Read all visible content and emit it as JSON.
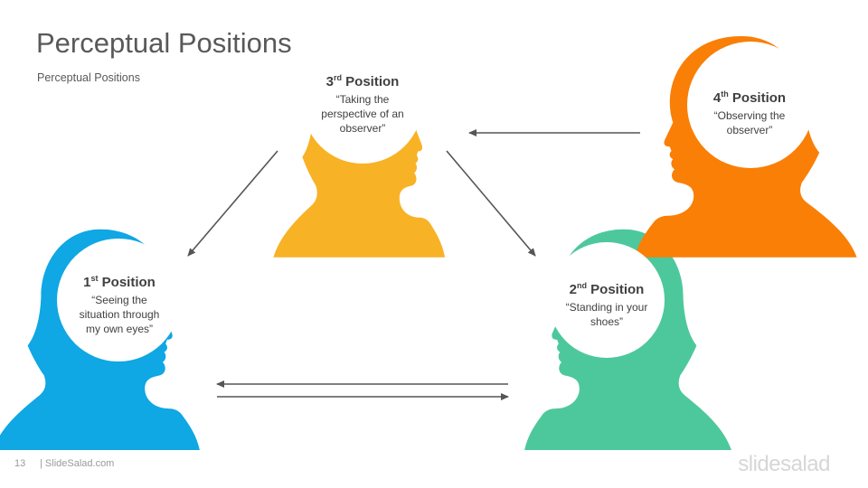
{
  "slide": {
    "title": "Perceptual Positions",
    "subtitle": "Perceptual  Positions",
    "footer": {
      "page": "13",
      "site": "| SlideSalad.com",
      "brand": "slidesalad"
    }
  },
  "colors": {
    "first": "#0fa7e4",
    "second": "#4dc89d",
    "third": "#f8b225",
    "fourth": "#f97f07",
    "arrow": "#555555"
  },
  "positions": {
    "first": {
      "num": "1",
      "sup": "st",
      "word": " Position",
      "quote": "“Seeing the situation through my own eyes”"
    },
    "second": {
      "num": "2",
      "sup": "nd",
      "word": " Position",
      "quote": "“Standing in your shoes”"
    },
    "third": {
      "num": "3",
      "sup": "rd",
      "word": " Position",
      "quote": "“Taking the perspective of an observer”"
    },
    "fourth": {
      "num": "4",
      "sup": "th",
      "word": " Position",
      "quote": "“Observing the observer”"
    }
  }
}
